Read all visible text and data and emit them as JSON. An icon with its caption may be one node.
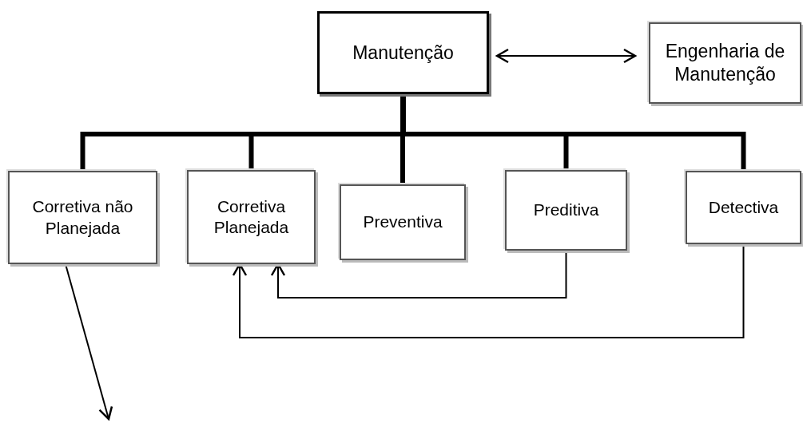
{
  "diagram": {
    "nodes": [
      {
        "text": [
          "Manutenção"
        ]
      },
      {
        "text": [
          "Engenharia de Manutenção"
        ]
      },
      {
        "text": [
          "Corretiva não Planejada"
        ]
      },
      {
        "text": [
          "Corretiva Planejada"
        ]
      },
      {
        "text": [
          "Preventiva"
        ]
      },
      {
        "text": [
          "Preditiva"
        ]
      },
      {
        "text": [
          "Detectiva"
        ]
      }
    ],
    "edges": [
      {
        "from": 0,
        "to": 1,
        "arrow": "both"
      },
      {
        "from": 0,
        "to": 2,
        "arrow": "none"
      },
      {
        "from": 0,
        "to": 3,
        "arrow": "none"
      },
      {
        "from": 0,
        "to": 4,
        "arrow": "none"
      },
      {
        "from": 0,
        "to": 5,
        "arrow": "none"
      },
      {
        "from": 0,
        "to": 6,
        "arrow": "none"
      },
      {
        "from": 5,
        "to": 3,
        "arrow": "to"
      },
      {
        "from": 6,
        "to": 3,
        "arrow": "to"
      },
      {
        "from": 2,
        "to": null,
        "arrow": "to"
      }
    ]
  }
}
